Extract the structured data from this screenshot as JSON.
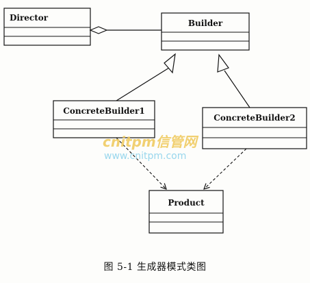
{
  "diagram": {
    "classes": {
      "director": "Director",
      "builder": "Builder",
      "concrete_builder_1": "ConcreteBuilder1",
      "concrete_builder_2": "ConcreteBuilder2",
      "product": "Product"
    },
    "caption": "图 5-1  生成器模式类图"
  },
  "watermark": {
    "main": "cnitpm信管网",
    "sub": "www.cnitpm.com"
  },
  "colors": {
    "ink": "#111111",
    "watermark_main": "#f0c95a",
    "watermark_sub": "#8fd3ec"
  }
}
